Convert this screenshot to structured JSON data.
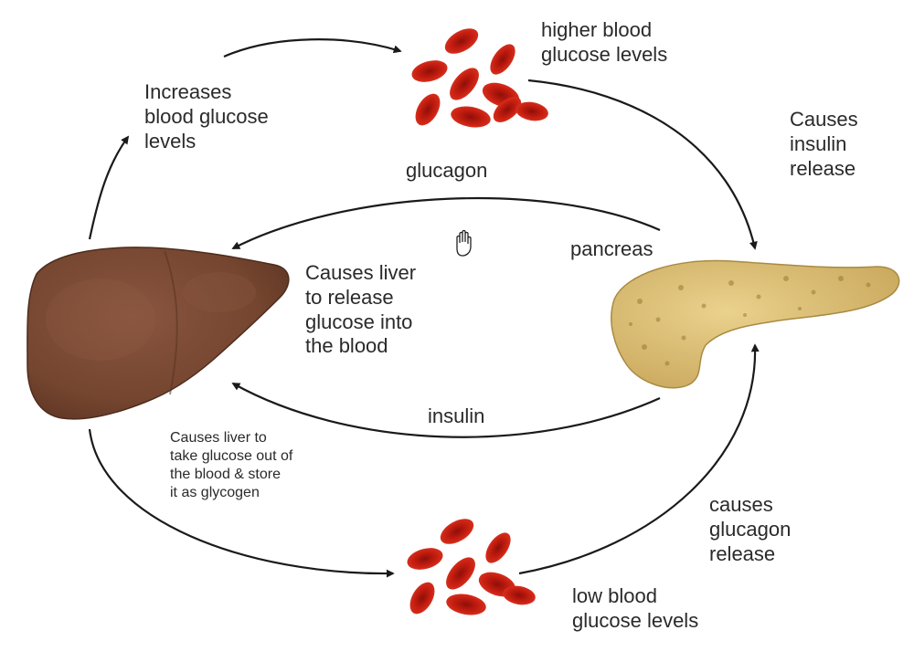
{
  "labels": {
    "higher_blood_glucose": "higher blood\nglucose levels",
    "increases_blood_glucose": "Increases\nblood glucose\nlevels",
    "causes_insulin_release": "Causes\ninsulin\nrelease",
    "glucagon": "glucagon",
    "pancreas": "pancreas",
    "causes_liver_release": "Causes liver\nto release\nglucose into\nthe blood",
    "insulin": "insulin",
    "causes_liver_take": "Causes liver to\ntake glucose out of\nthe blood & store\nit as glycogen",
    "causes_glucagon_release": "causes\nglucagon\nrelease",
    "low_blood_glucose": "low blood\nglucose levels"
  },
  "icons": {
    "liver": "liver-illustration",
    "pancreas": "pancreas-illustration",
    "blood_cells_top": "red-blood-cells",
    "blood_cells_bottom": "red-blood-cells",
    "cursor": "hand-cursor-icon"
  },
  "colors": {
    "liver": "#7a4a33",
    "pancreas": "#dcc27a",
    "blood_cell": "#c81e12",
    "arrow": "#1a1a1a",
    "text": "#2a2a2a"
  }
}
